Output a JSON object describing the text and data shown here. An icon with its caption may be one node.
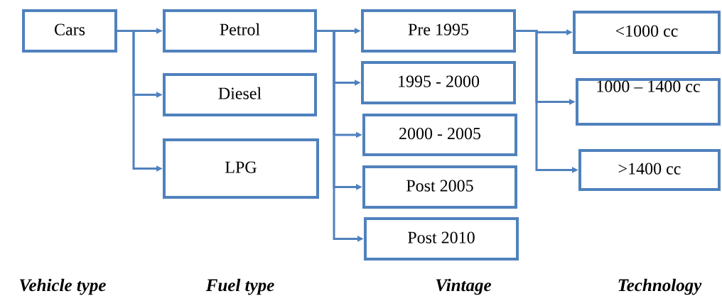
{
  "diagram": {
    "nodes": [
      {
        "text": [
          "Cars"
        ]
      },
      {
        "text": [
          "Petrol"
        ]
      },
      {
        "text": [
          "Diesel"
        ]
      },
      {
        "text": [
          "LPG"
        ]
      },
      {
        "text": [
          "Pre 1995"
        ]
      },
      {
        "text": [
          "1995 - 2000"
        ]
      },
      {
        "text": [
          "2000 - 2005"
        ]
      },
      {
        "text": [
          "Post 2005"
        ]
      },
      {
        "text": [
          "Post 2010"
        ]
      },
      {
        "text": [
          "<1000 cc"
        ]
      },
      {
        "text": [
          "1000 – 1400 cc"
        ]
      },
      {
        "text": [
          ">1400 cc"
        ]
      }
    ],
    "edges": [
      {
        "from": 0,
        "to": 1,
        "arrow": "to"
      },
      {
        "from": 0,
        "to": 2,
        "arrow": "to"
      },
      {
        "from": 0,
        "to": 3,
        "arrow": "to"
      },
      {
        "from": 1,
        "to": 4,
        "arrow": "to"
      },
      {
        "from": 1,
        "to": 5,
        "arrow": "to"
      },
      {
        "from": 1,
        "to": 6,
        "arrow": "to"
      },
      {
        "from": 1,
        "to": 7,
        "arrow": "to"
      },
      {
        "from": 1,
        "to": 8,
        "arrow": "to"
      },
      {
        "from": 4,
        "to": 9,
        "arrow": "to"
      },
      {
        "from": 4,
        "to": 10,
        "arrow": "to"
      },
      {
        "from": 4,
        "to": 11,
        "arrow": "to"
      }
    ],
    "labels": [
      "Vehicle type",
      "Fuel type",
      "Vintage",
      "Technology"
    ]
  }
}
